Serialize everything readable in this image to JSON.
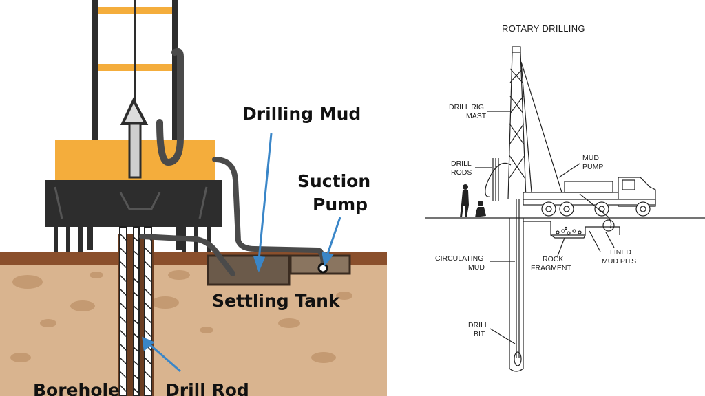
{
  "left_diagram": {
    "labels": {
      "drilling_mud": "Drilling Mud",
      "suction": "Suction",
      "pump": "Pump",
      "settling_tank": "Settling Tank",
      "borehole": "Borehole",
      "drill_rod": "Drill Rod"
    },
    "colors": {
      "soil": "#d9b48f",
      "soil_top": "#8a4f2c",
      "mast_orange": "#f4ad3c",
      "machine": "#2d2d2d",
      "pipe": "#4a4a4a",
      "arrow": "#3a86c8",
      "tank_fill": "#6b5a4a"
    }
  },
  "right_diagram": {
    "title": "ROTARY DRILLING",
    "labels": {
      "drill_rig": "DRILL RIG",
      "mast": "MAST",
      "drill": "DRILL",
      "rods": "RODS",
      "mud": "MUD",
      "pump": "PUMP",
      "circulating": "CIRCULATING",
      "circulating_mud": "MUD",
      "rock": "ROCK",
      "fragment": "FRAGMENT",
      "lined": "LINED",
      "mud_pits": "MUD PITS",
      "drill_bit_1": "DRILL",
      "drill_bit_2": "BIT"
    }
  }
}
